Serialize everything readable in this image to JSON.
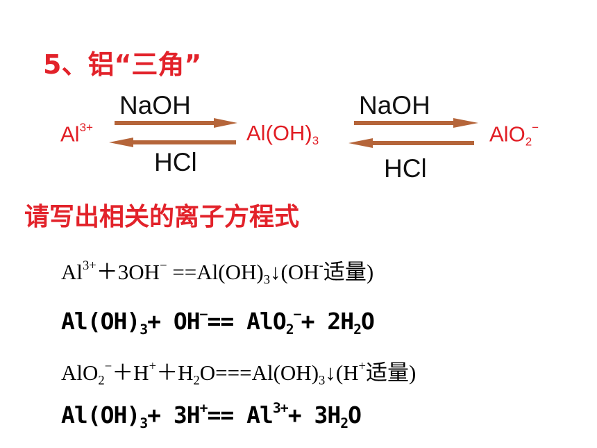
{
  "title": "5、铝“三角”",
  "cycle": {
    "species": {
      "al": {
        "base": "Al",
        "sup": "3+"
      },
      "hydroxide": {
        "base": "Al(OH)",
        "sub": "3"
      },
      "aluminate": {
        "base": "AlO",
        "sub": "2",
        "sup": "−"
      }
    },
    "reagent_forward": "NaOH",
    "reagent_backward": "HCl",
    "arrow_color": "#b5653a"
  },
  "heading": "请写出相关的离子方程式",
  "equations": [
    {
      "p1": "Al",
      "s1": "3+",
      "p2": "＋3OH",
      "s2": "−",
      "p3": " ==Al(OH)",
      "b3": "3",
      "p4": "↓(OH",
      "s4": "-",
      "p5": "适量)"
    },
    {
      "p1": "Al(OH)",
      "b1": "3",
      "p2": "+ OH",
      "s2": "−",
      "p3": "== AlO",
      "b3": "2",
      "s3": "−",
      "p4": "+ 2H",
      "b4": "2",
      "p5": "O"
    },
    {
      "p1": "AlO",
      "b1": "2",
      "s1": "−",
      "p2": "＋H",
      "s2": "+",
      "p3": "＋H",
      "b3": "2",
      "p4": "O===Al(OH)",
      "b4": "3",
      "p5": "↓(H",
      "s5": "+",
      "p6": "适量)"
    },
    {
      "p1": "Al(OH)",
      "b1": "3",
      "p2": "+ 3H",
      "s2": "+",
      "p3": "== Al",
      "s3": "3+",
      "p4": "+ 3H",
      "b4": "2",
      "p5": "O"
    }
  ]
}
